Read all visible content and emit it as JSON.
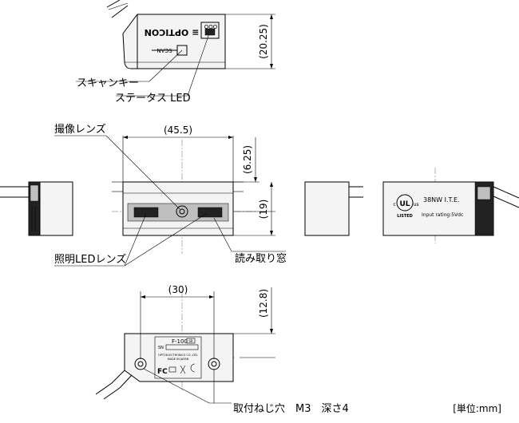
{
  "labels": {
    "scan_key": "スキャンキー",
    "status_led": "ステータス LED",
    "camera_lens": "撮像レンズ",
    "illum_led_lens": "照明LEDレンズ",
    "read_window": "読み取り窓",
    "mount_hole": "取付ねじ穴　M3　深さ4",
    "unit": "[単位:mm]"
  },
  "dimensions": {
    "height_top": "(20.25)",
    "width_front": "(45.5)",
    "lens_offset": "(6.25)",
    "front_height": "(19)",
    "hole_pitch": "(30)",
    "hole_offset": "(12.8)"
  },
  "device_text": {
    "brand": "≡ OPTICON",
    "scan_label": "SCAN",
    "model": "F-100",
    "sr": "SR",
    "sn": "SN",
    "maker": "OPTOELECTRONICS CO.,LTD.",
    "made_in": "MADE IN JAPAN",
    "fc": "FC",
    "listed": "LISTED",
    "ite": "38NW I.T.E.",
    "rating": "Input rating:5Vdc",
    "ul": "UL",
    "ul_c": "c",
    "ul_us": "us"
  }
}
